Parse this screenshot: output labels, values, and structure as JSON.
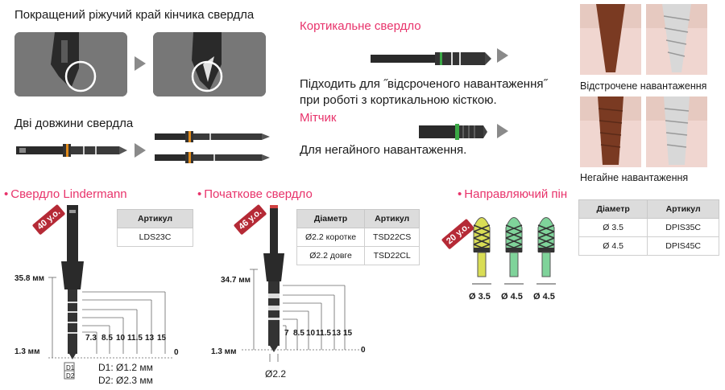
{
  "top_left": {
    "heading": "Покращений ріжучий край кінчика свердла",
    "two_lengths": "Дві довжини свердла"
  },
  "cortical": {
    "title": "Кортикальне свердло",
    "desc_line1": "Підходить для ˝відсроченого навантаження˝",
    "desc_line2": "при роботі з кортикальною кісткою."
  },
  "tap": {
    "title": "Мітчик",
    "desc": "Для негайного навантаження."
  },
  "implants": {
    "delayed": "Відстрочене навантаження",
    "immediate": "Негайне навантаження"
  },
  "lindermann": {
    "title": "Свердло Lindermann",
    "price": "40 у.о.",
    "table_header": "Артикул",
    "table_value": "LDS23C",
    "total_length": "35.8 мм",
    "tip_length": "1.3 мм",
    "depths": [
      "7.3",
      "8.5",
      "10",
      "11.5",
      "13",
      "15"
    ],
    "zero": "0",
    "d1_label": "D1",
    "d2_label": "D2",
    "d1": "D1: Ø1.2 мм",
    "d2": "D2: Ø2.3 мм"
  },
  "initial": {
    "title": "Початкове свердло",
    "price": "46 у.о.",
    "headers": [
      "Діаметр",
      "Артикул"
    ],
    "rows": [
      [
        "Ø2.2 коротке",
        "TSD22CS"
      ],
      [
        "Ø2.2 довге",
        "TSD22CL"
      ]
    ],
    "total_length": "34.7 мм",
    "tip_length": "1.3 мм",
    "depths": [
      "7",
      "8.5",
      "10",
      "11.5",
      "13",
      "15"
    ],
    "zero": "0",
    "diameter": "Ø2.2"
  },
  "guide": {
    "title": "Направляючий пін",
    "price": "20 у.о.",
    "sizes": [
      "Ø 3.5",
      "Ø 4.5",
      "Ø 4.5"
    ],
    "colors": [
      "#d9dd55",
      "#7fd39a",
      "#7fd39a"
    ],
    "headers": [
      "Діаметр",
      "Артикул"
    ],
    "rows": [
      [
        "Ø 3.5",
        "DPIS35C"
      ],
      [
        "Ø 4.5",
        "DPIS45C"
      ]
    ]
  }
}
